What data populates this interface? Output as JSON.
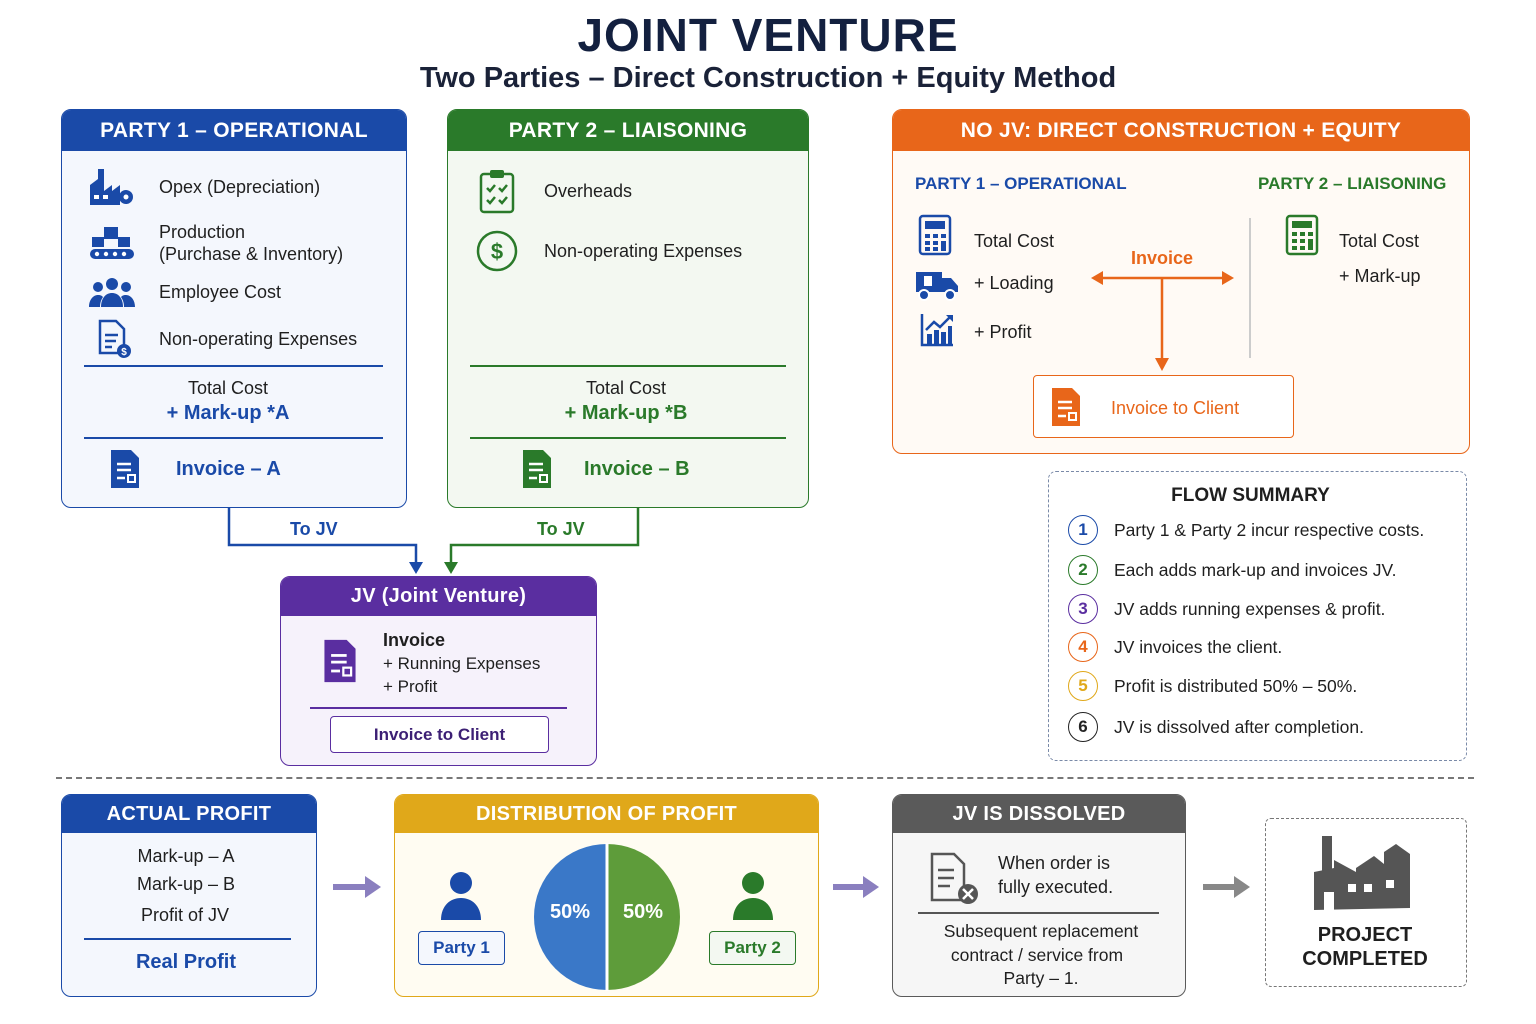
{
  "title": "JOINT VENTURE",
  "subtitle": "Two Parties – Direct Construction + Equity Method",
  "party1": {
    "header": "PARTY 1 – OPERATIONAL",
    "items": [
      {
        "label": "Opex (Depreciation)",
        "icon": "factory-gear-icon"
      },
      {
        "label": "Production",
        "label2": "(Purchase & Inventory)",
        "icon": "conveyor-icon"
      },
      {
        "label": "Employee Cost",
        "icon": "people-icon"
      },
      {
        "label": "Non-operating Expenses",
        "icon": "document-dollar-icon"
      }
    ],
    "total_cost": "Total Cost",
    "markup": "+ Mark-up *A",
    "invoice": "Invoice – A",
    "arrow_label": "To JV",
    "color": "#1a4aa8"
  },
  "party2": {
    "header": "PARTY 2 – LIAISONING",
    "items": [
      {
        "label": "Overheads",
        "icon": "clipboard-check-icon"
      },
      {
        "label": "Non-operating Expenses",
        "icon": "dollar-circle-icon"
      }
    ],
    "total_cost": "Total Cost",
    "markup": "+ Mark-up *B",
    "invoice": "Invoice – B",
    "arrow_label": "To JV",
    "color": "#2a7a2a"
  },
  "jv": {
    "header": "JV (Joint Venture)",
    "invoice": "Invoice",
    "running": "+ Running Expenses",
    "profit": "+ Profit",
    "to_client": "Invoice to Client",
    "color": "#5a2ea0"
  },
  "nojv": {
    "header": "NO JV: DIRECT CONSTRUCTION + EQUITY",
    "p1_title": "PARTY 1 – OPERATIONAL",
    "p2_title": "PARTY 2 – LIAISONING",
    "p1_items": [
      "Total Cost",
      "+ Loading",
      "+ Profit"
    ],
    "p2_items": [
      "Total Cost",
      "+ Mark-up"
    ],
    "invoice_label": "Invoice",
    "to_client": "Invoice to Client",
    "color": "#e8661a"
  },
  "flow_summary": {
    "title": "FLOW SUMMARY",
    "steps": [
      {
        "n": "1",
        "text": "Party 1 & Party 2 incur respective costs.",
        "color": "#1a4aa8"
      },
      {
        "n": "2",
        "text": "Each adds mark-up and invoices JV.",
        "color": "#2a7a2a"
      },
      {
        "n": "3",
        "text": "JV adds running expenses & profit.",
        "color": "#5a2ea0"
      },
      {
        "n": "4",
        "text": "JV invoices the client.",
        "color": "#e8661a"
      },
      {
        "n": "5",
        "text": "Profit is distributed 50% – 50%.",
        "color": "#e0a81a"
      },
      {
        "n": "6",
        "text": "JV is dissolved after completion.",
        "color": "#222222"
      }
    ]
  },
  "actual_profit": {
    "header": "ACTUAL PROFIT",
    "items": [
      "Mark-up – A",
      "Mark-up – B",
      "Profit of JV"
    ],
    "result": "Real Profit"
  },
  "distribution": {
    "header": "DISTRIBUTION OF PROFIT",
    "party1": "Party 1",
    "party2": "Party 2",
    "share1": "50%",
    "share2": "50%",
    "share1_value": 50,
    "share2_value": 50
  },
  "dissolved": {
    "header": "JV IS DISSOLVED",
    "line1": "When order is",
    "line2": "fully executed.",
    "note1": "Subsequent replacement",
    "note2": "contract / service from",
    "note3": "Party – 1."
  },
  "completed": {
    "line1": "PROJECT",
    "line2": "COMPLETED"
  }
}
